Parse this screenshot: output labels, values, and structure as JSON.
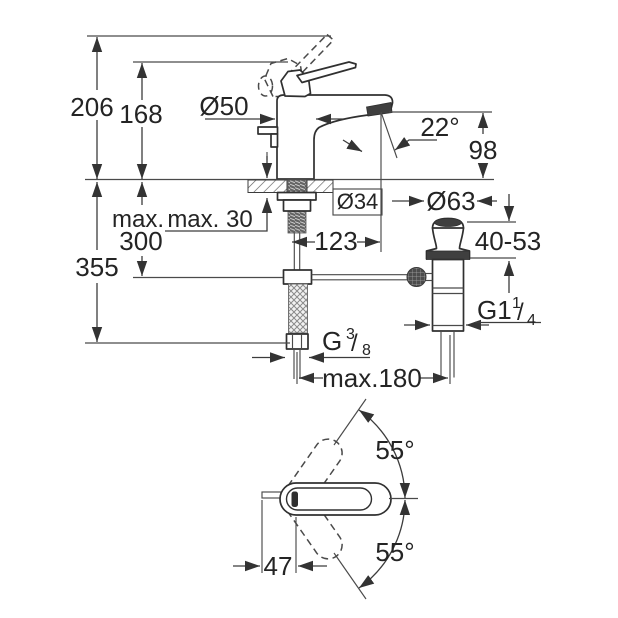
{
  "colors": {
    "background": "#ffffff",
    "line": "#3c3c3c",
    "object_line": "#303030",
    "text": "#242424",
    "dark_fill": "#3f3f3f"
  },
  "side_view": {
    "overall_height": "206",
    "spout_top_height": "168",
    "base_diameter": "Ø50",
    "aerator_angle": "22°",
    "outlet_height": "98",
    "max_prefix": "max.",
    "max_mounting_depth": "300",
    "max_deck_thickness": "max. 30",
    "hose_length": "355",
    "hole_diameter": "Ø34",
    "spout_reach": "123",
    "waste_flange_diameter": "Ø63",
    "clamping_range": "40-53",
    "waste_thread": {
      "base": "G1",
      "sup": "1",
      "slash": "/",
      "sub": "4"
    },
    "hose_thread": {
      "base": "G",
      "sup": "3",
      "slash": "/",
      "sub": "8"
    },
    "max_waste_distance": "max.180"
  },
  "top_view": {
    "swing_angle_up": "55°",
    "swing_angle_down": "55°",
    "handle_rear_offset": "47"
  }
}
